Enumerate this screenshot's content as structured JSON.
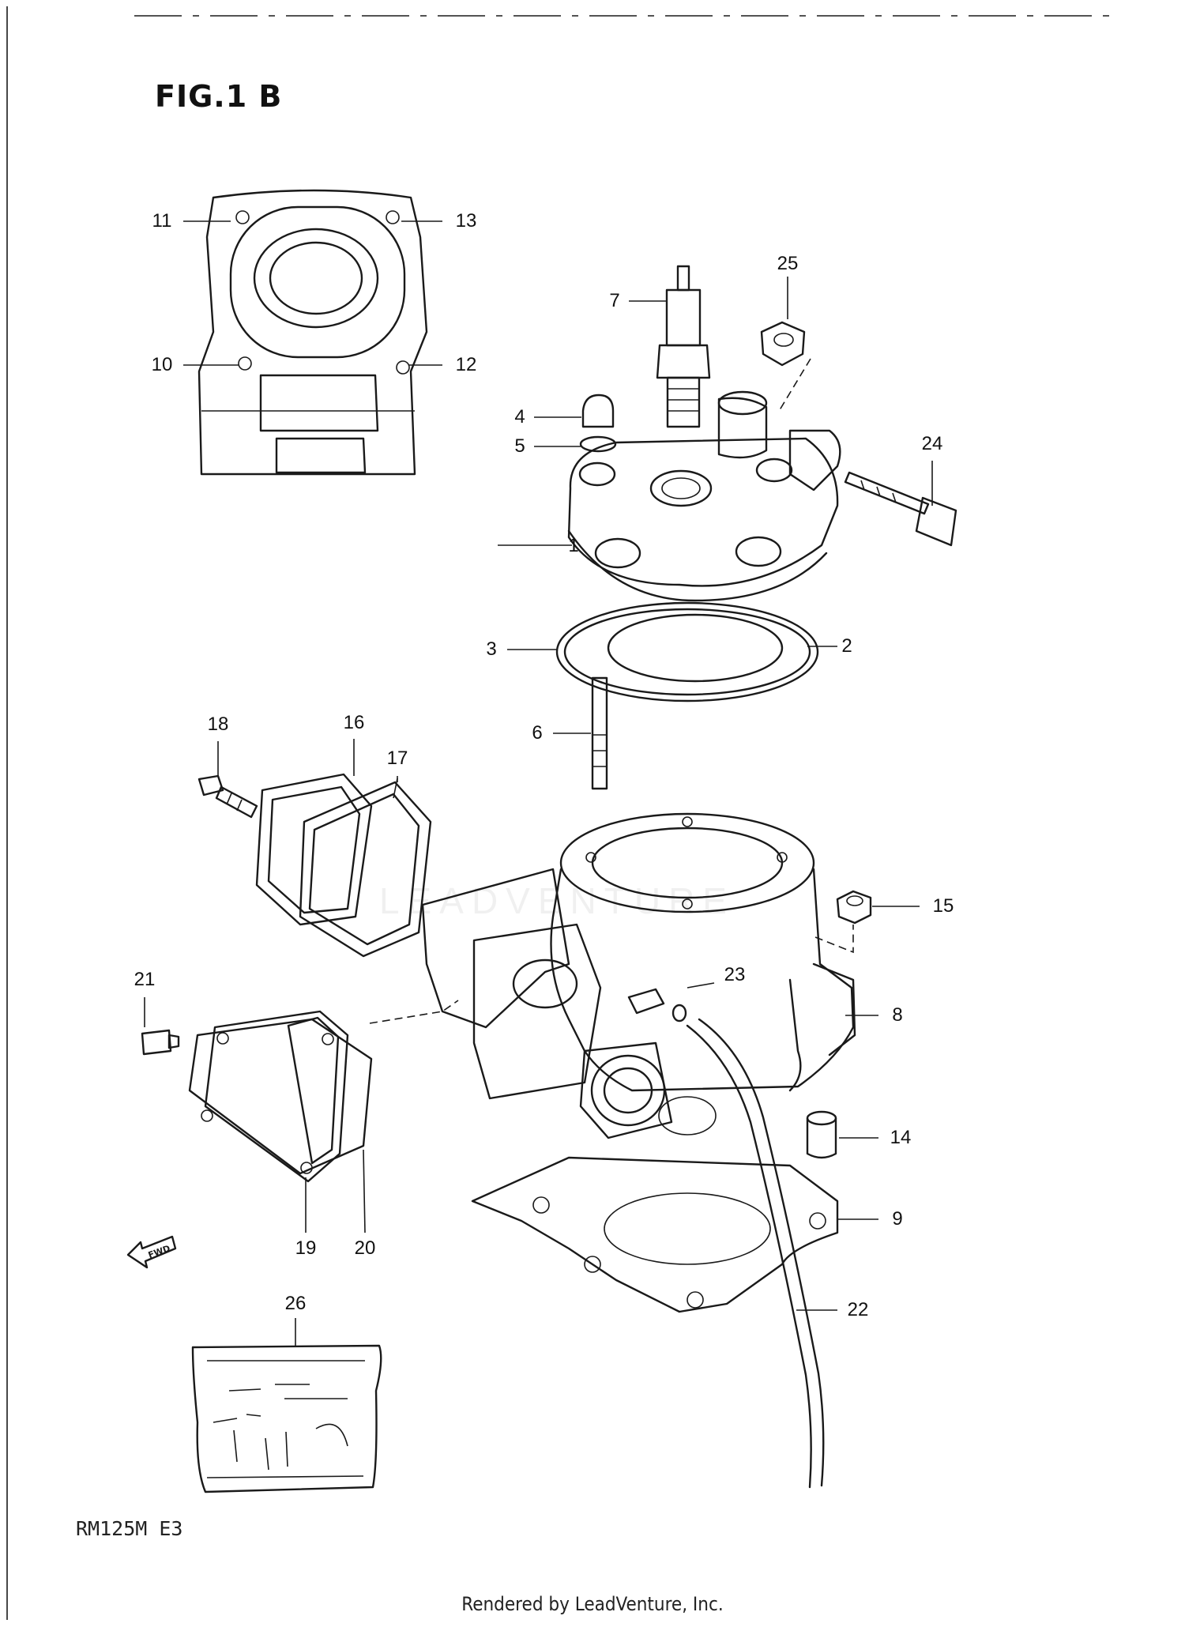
{
  "figure_title": "FIG.1 B",
  "model_code": "RM125M E3",
  "footer": "Rendered by LeadVenture, Inc.",
  "watermark": "LEADVENTURE",
  "arrow_label": "FWD",
  "callouts": [
    {
      "id": "1",
      "label": "1"
    },
    {
      "id": "2",
      "label": "2"
    },
    {
      "id": "3",
      "label": "3"
    },
    {
      "id": "4",
      "label": "4"
    },
    {
      "id": "5",
      "label": "5"
    },
    {
      "id": "6",
      "label": "6"
    },
    {
      "id": "7",
      "label": "7"
    },
    {
      "id": "8",
      "label": "8"
    },
    {
      "id": "9",
      "label": "9"
    },
    {
      "id": "10",
      "label": "10"
    },
    {
      "id": "11",
      "label": "11"
    },
    {
      "id": "12",
      "label": "12"
    },
    {
      "id": "13",
      "label": "13"
    },
    {
      "id": "14",
      "label": "14"
    },
    {
      "id": "15",
      "label": "15"
    },
    {
      "id": "16",
      "label": "16"
    },
    {
      "id": "17",
      "label": "17"
    },
    {
      "id": "18",
      "label": "18"
    },
    {
      "id": "19",
      "label": "19"
    },
    {
      "id": "20",
      "label": "20"
    },
    {
      "id": "21",
      "label": "21"
    },
    {
      "id": "22",
      "label": "22"
    },
    {
      "id": "23",
      "label": "23"
    },
    {
      "id": "24",
      "label": "24"
    },
    {
      "id": "25",
      "label": "25"
    },
    {
      "id": "26",
      "label": "26"
    }
  ]
}
